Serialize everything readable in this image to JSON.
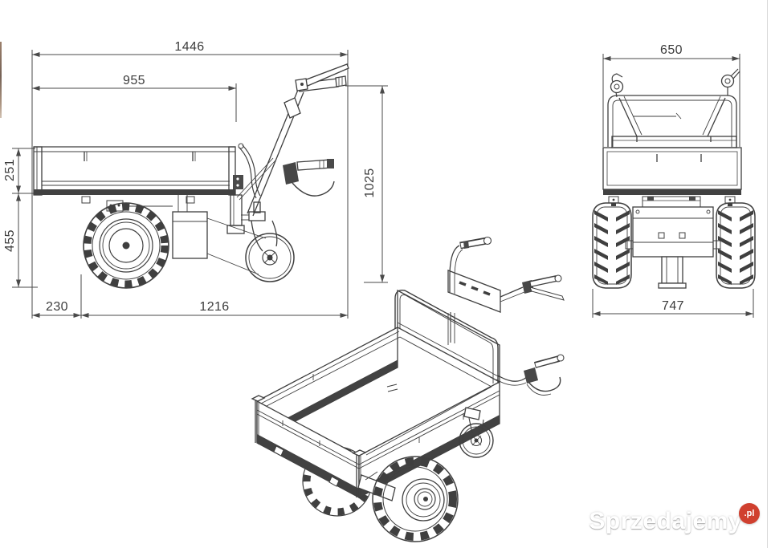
{
  "drawing": {
    "type": "technical-dimension-drawing",
    "subject": "motorized wheelbarrow power dumper, three orthographic/isometric views",
    "line_color": "#3f3f3f",
    "dimension_color": "#4a4a4a"
  },
  "dimensions": {
    "side_view": {
      "overall_length": "1446",
      "bed_length": "955",
      "bed_depth": "251",
      "chassis_height": "455",
      "handle_height": "1025",
      "front_overhang": "230",
      "base_length": "1216"
    },
    "front_view": {
      "top_width": "650",
      "overall_width": "747"
    }
  },
  "watermark": {
    "brand": "Sprzedajemy",
    "suffix": ".pl",
    "badge_color": "#d0402f"
  }
}
